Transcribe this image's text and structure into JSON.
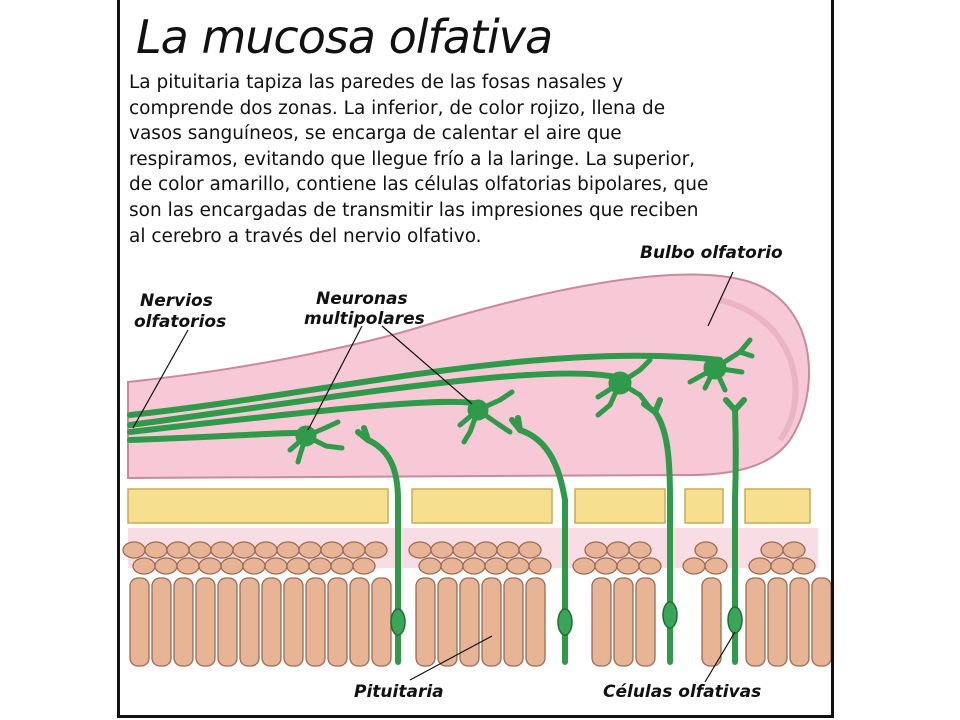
{
  "title": "La mucosa olfativa",
  "description": [
    "La pituitaria tapiza las paredes de las fosas nasales y",
    "comprende dos zonas. La inferior, de color rojizo, llena de",
    "vasos sanguíneos, se encarga de calentar el aire que",
    "respiramos, evitando que llegue frío a la laringe. La superior,",
    "de color amarillo, contiene las células olfatorias bipolares, que",
    "son las encargadas de transmitir las impresiones que reciben",
    "al cerebro a través del nervio olfativo."
  ],
  "labels": {
    "bulbo": "Bulbo olfatorio",
    "nervios_1": "Nervios",
    "nervios_2": "olfatorios",
    "neuronas_1": "Neuronas",
    "neuronas_2": "multipolares",
    "pituitaria": "Pituitaria",
    "celulas": "Células olfativas"
  },
  "colors": {
    "bulb_fill": "#f7c9d6",
    "bulb_stroke": "#c98aa0",
    "neuron": "#2f9a4a",
    "yellow_layer": "#f6df8f",
    "pink_band": "#f9dde4",
    "cell_fill": "#e7b596",
    "cell_stroke": "#9c6a52"
  }
}
